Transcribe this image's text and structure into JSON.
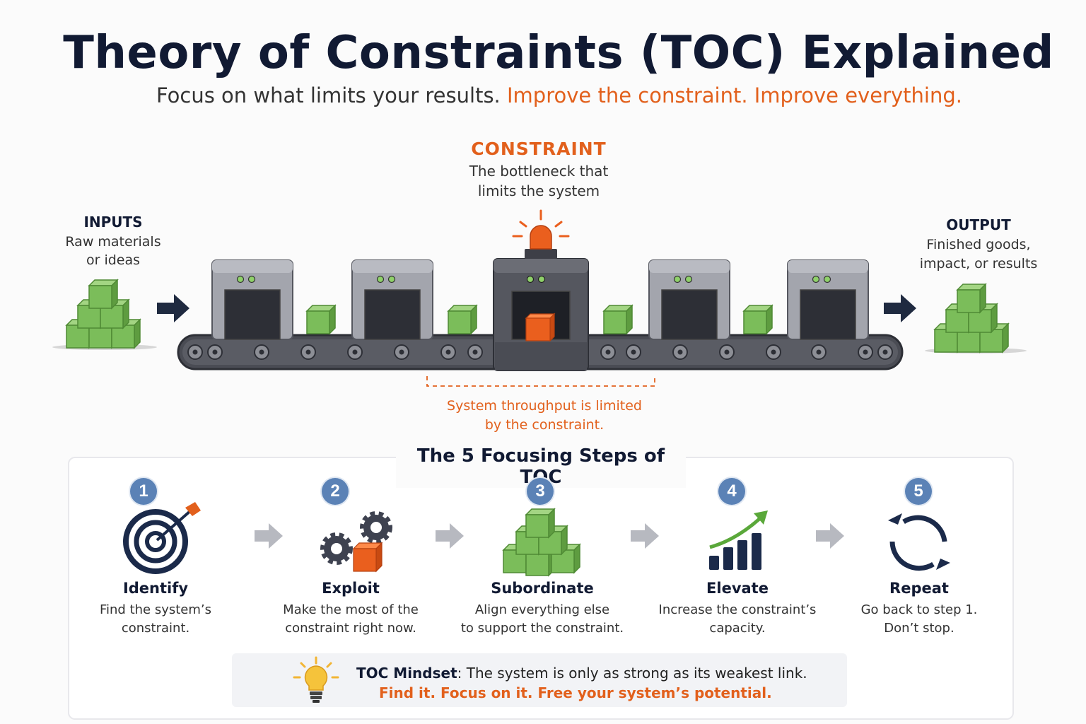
{
  "title": "Theory of Constraints (TOC) Explained",
  "subtitle": {
    "plain": "Focus on what limits your results.",
    "highlight": "Improve the constraint. Improve everything."
  },
  "constraint": {
    "heading": "CONSTRAINT",
    "line1": "The bottleneck that",
    "line2": "limits the system"
  },
  "inputs": {
    "heading": "INPUTS",
    "line1": "Raw materials",
    "line2": "or ideas"
  },
  "output": {
    "heading": "OUTPUT",
    "line1": "Finished goods,",
    "line2": "impact, or results"
  },
  "throughput_note": {
    "line1": "System throughput is limited",
    "line2": "by the constraint."
  },
  "steps_title": "The 5 Focusing Steps of TOC",
  "steps": [
    {
      "num": "1",
      "name": "Identify",
      "line1": "Find the system’s",
      "line2": "constraint.",
      "icon": "target-icon"
    },
    {
      "num": "2",
      "name": "Exploit",
      "line1": "Make the most of the",
      "line2": "constraint right now.",
      "icon": "gears-icon"
    },
    {
      "num": "3",
      "name": "Subordinate",
      "line1": "Align everything else",
      "line2": "to support the constraint.",
      "icon": "cubes-icon"
    },
    {
      "num": "4",
      "name": "Elevate",
      "line1": "Increase the constraint’s",
      "line2": "capacity.",
      "icon": "growth-chart-icon"
    },
    {
      "num": "5",
      "name": "Repeat",
      "line1": "Go back to step 1.",
      "line2": "Don’t stop.",
      "icon": "cycle-icon"
    }
  ],
  "mindset": {
    "label": "TOC Mindset",
    "text": ": The system is only as strong as its weakest link.",
    "line2": "Find it. Focus on it. Free your system’s potential.",
    "icon": "lightbulb-icon"
  },
  "colors": {
    "accent": "#e2601c",
    "navy": "#111a33",
    "step_badge": "#5b82b6",
    "cube_green": "#7bbd5a",
    "machine_gray": "#9a9ca4"
  }
}
